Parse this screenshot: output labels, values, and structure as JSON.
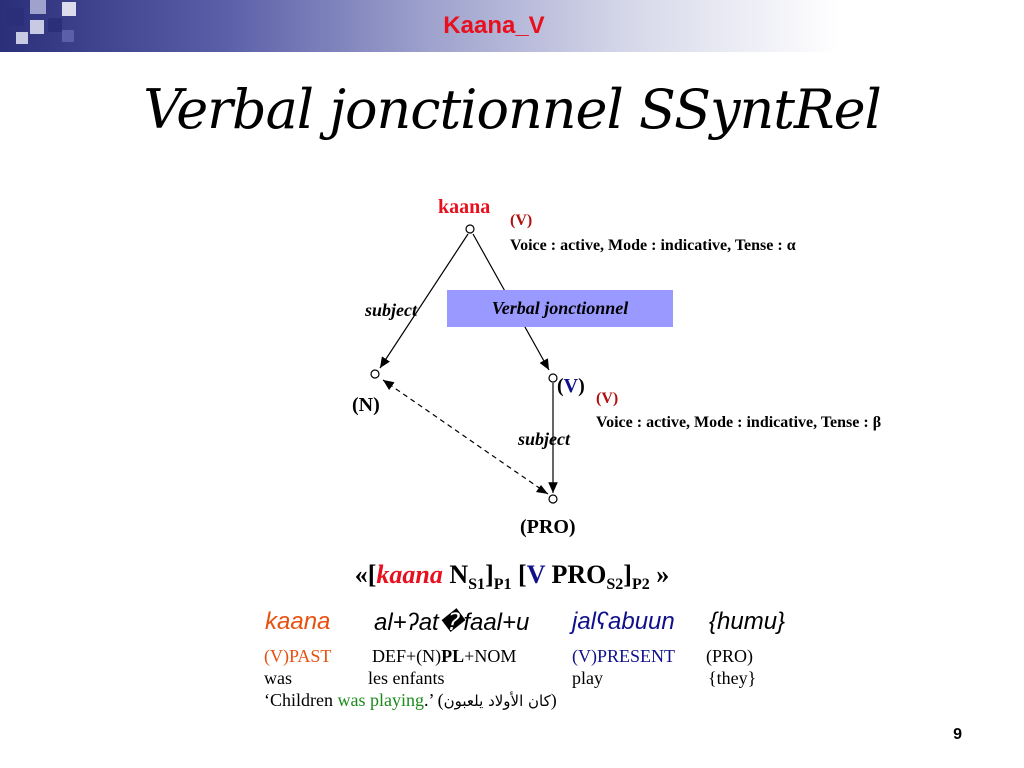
{
  "header": {
    "label": "Kaana_V"
  },
  "title": "Verbal jonctionnel SSyntRel",
  "tree": {
    "root": {
      "label": "kaana",
      "pos": "(V)",
      "features": "Voice : active, Mode : indicative, Tense : α"
    },
    "left_edge_label": "subject",
    "relation_box": "Verbal jonctionnel",
    "left_node": "(N)",
    "right_node": {
      "label": "(V)",
      "pos": "(V)",
      "features": "Voice : active, Mode : indicative, Tense : β"
    },
    "lower_edge_label": "subject",
    "pro_node": "(PRO)"
  },
  "formula": {
    "open": "«[",
    "kaana": "kaana",
    "n": " N",
    "s1": "S1",
    "close1": "]",
    "p1": "P1",
    "open2": " [",
    "v": "V",
    "pro": " PRO",
    "s2": "S2",
    "close2": "]",
    "p2": "P2",
    "end": " »"
  },
  "example": {
    "w1": "kaana",
    "w2": "al+ʔat�faal+u",
    "w3": "jalʕabuun",
    "w4": "{humu}"
  },
  "gloss": {
    "g1": "(V)PAST",
    "g2_a": "DEF+(N)",
    "g2_b": "PL",
    "g2_c": "+NOM",
    "g3": "(V)PRESENT",
    "g4": "(PRO)"
  },
  "translation_row": {
    "t1": "was",
    "t2": "les enfants",
    "t3": "play",
    "t4": "{they}"
  },
  "sentence": {
    "a": "‘Children ",
    "b": "was playing",
    "c": ".’ (",
    "arabic": "كان الأولاد يلعبون",
    "d": ")"
  },
  "page_number": "9"
}
